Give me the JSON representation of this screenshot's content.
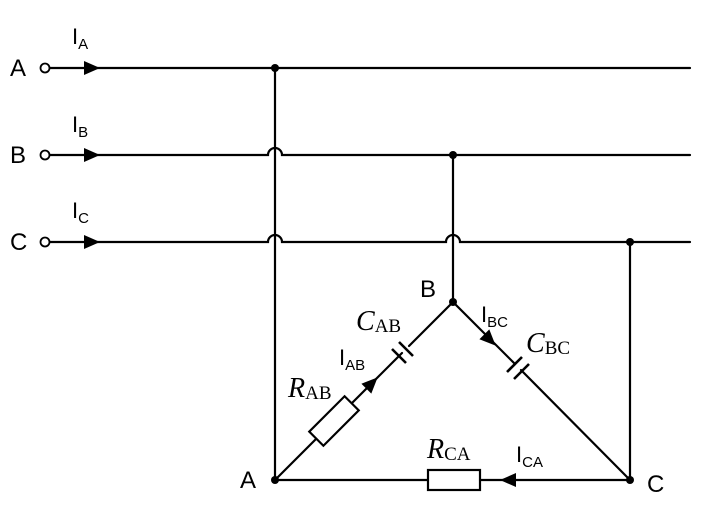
{
  "lines": {
    "A": {
      "label": "A",
      "current": "I",
      "current_sub": "A"
    },
    "B": {
      "label": "B",
      "current": "I",
      "current_sub": "B"
    },
    "C": {
      "label": "C",
      "current": "I",
      "current_sub": "C"
    }
  },
  "delta": {
    "node_A": "A",
    "node_B": "B",
    "node_C": "C",
    "cap_AB": {
      "sym": "C",
      "sub": "AB"
    },
    "cap_BC": {
      "sym": "C",
      "sub": "BC"
    },
    "res_AB": {
      "sym": "R",
      "sub": "AB"
    },
    "res_CA": {
      "sym": "R",
      "sub": "CA"
    },
    "i_AB": {
      "sym": "I",
      "sub": "AB"
    },
    "i_BC": {
      "sym": "I",
      "sub": "BC"
    },
    "i_CA": {
      "sym": "I",
      "sub": "CA"
    }
  }
}
